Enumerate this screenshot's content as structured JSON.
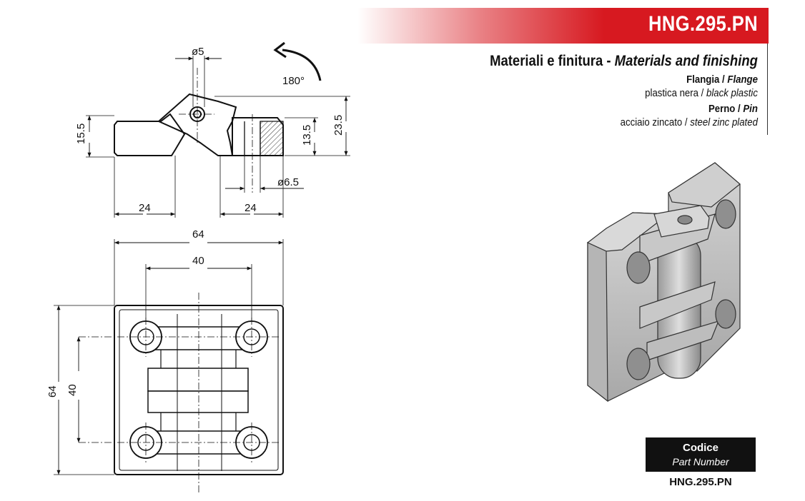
{
  "header": {
    "code": "HNG.295.PN",
    "color": "#d71920"
  },
  "materials": {
    "title_it": "Materiali e finitura - ",
    "title_en": "Materials and finishing",
    "flange_label_it": "Flangia / ",
    "flange_label_en": "Flange",
    "flange_value_it": "plastica nera / ",
    "flange_value_en": "black plastic",
    "pin_label_it": "Perno / ",
    "pin_label_en": "Pin",
    "pin_value_it": "acciaio zincato / ",
    "pin_value_en": "steel zinc plated"
  },
  "drawing": {
    "dims": {
      "pin_dia": "ø5",
      "rotation": "180°",
      "height_left": "15.5",
      "height_mid": "13.5",
      "height_total": "23.5",
      "hole_dia": "ø6.5",
      "offset_left": "24",
      "offset_right": "24",
      "width_total": "64",
      "width_holes": "40",
      "height_total_plan": "64",
      "height_holes": "40"
    }
  },
  "part": {
    "label_it": "Codice",
    "label_en": "Part Number",
    "value": "HNG.295.PN"
  }
}
